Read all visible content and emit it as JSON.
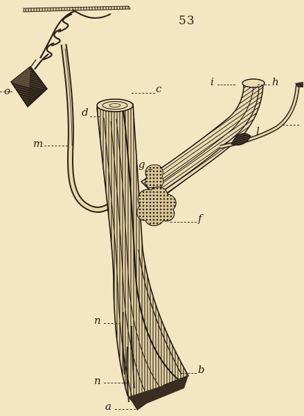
{
  "page_number": "53",
  "labels": {
    "a": "a",
    "b": "b",
    "c": "c",
    "d": "d",
    "f": "f",
    "g": "g",
    "h": "h",
    "i": "i",
    "l": "l",
    "m": "m",
    "n_upper": "n",
    "n_lower": "n",
    "o": "o"
  },
  "colors": {
    "paper": "#f3e6c2",
    "ink": "#2a2118"
  }
}
